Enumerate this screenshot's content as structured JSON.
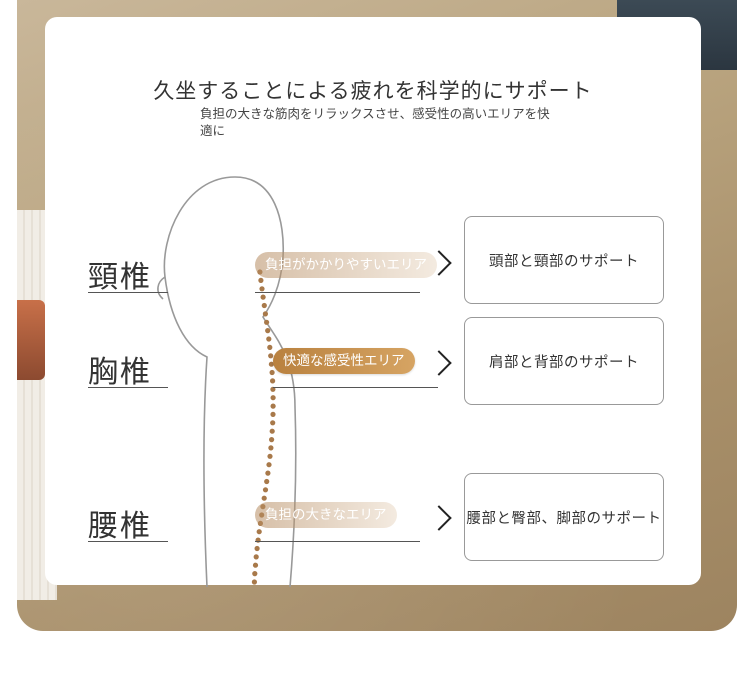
{
  "title": "久坐することによる疲れを科学的にサポート",
  "subtitle": "負担の大きな筋肉をリラックスさせ、感受性の高いエリアを快適に",
  "colors": {
    "accent": "#c08a4a",
    "dots": "#a8794a"
  },
  "regions": [
    {
      "label": "頸椎",
      "area": "負担がかかりやすいエリア",
      "support": "頭部と頸部のサポート",
      "icon": "chevron-right-icon"
    },
    {
      "label": "胸椎",
      "area": "快適な感受性エリア",
      "support": "肩部と背部のサポート",
      "icon": "chevron-right-icon"
    },
    {
      "label": "腰椎",
      "area": "負担の大きなエリア",
      "support": "腰部と臀部、脚部のサポート",
      "icon": "chevron-right-icon"
    }
  ]
}
